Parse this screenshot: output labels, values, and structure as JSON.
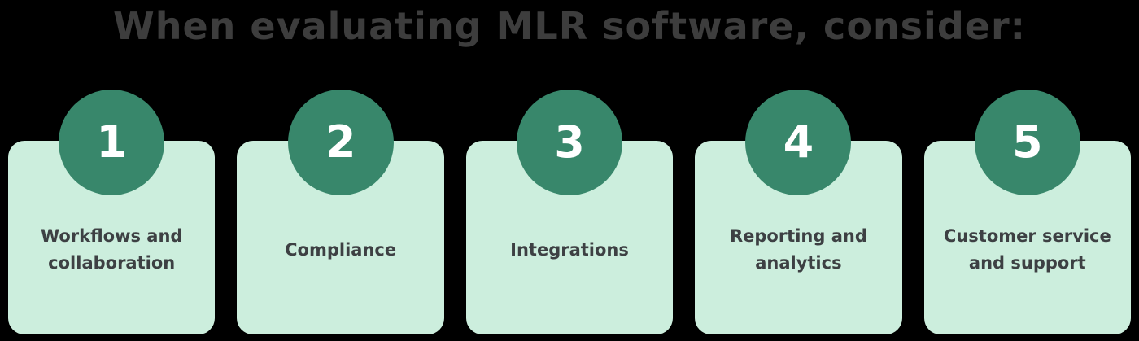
{
  "title": "When evaluating MLR software, consider:",
  "colors": {
    "background": "#000000",
    "card_bg": "#cceedd",
    "circle_bg": "#38876b",
    "title_text": "#3d3d3d",
    "label_text": "#3d4043",
    "number_text": "#ffffff"
  },
  "cards": [
    {
      "number": "1",
      "label": "Workflows and\ncollaboration"
    },
    {
      "number": "2",
      "label": "Compliance"
    },
    {
      "number": "3",
      "label": "Integrations"
    },
    {
      "number": "4",
      "label": "Reporting and\nanalytics"
    },
    {
      "number": "5",
      "label": "Customer service\nand support"
    }
  ]
}
